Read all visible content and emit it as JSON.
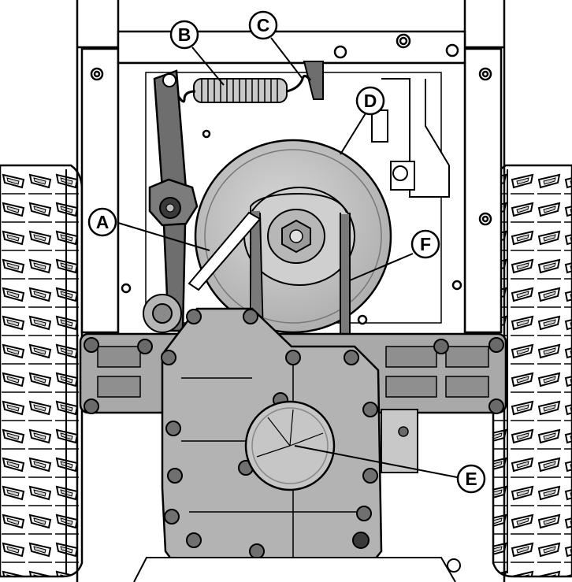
{
  "diagram": {
    "callouts": [
      {
        "id": "A",
        "label": "A",
        "target": "belt-guide"
      },
      {
        "id": "B",
        "label": "B",
        "target": "tension-spring"
      },
      {
        "id": "C",
        "label": "C",
        "target": "spring-hook"
      },
      {
        "id": "D",
        "label": "D",
        "target": "drive-pulley"
      },
      {
        "id": "E",
        "label": "E",
        "target": "transaxle-fan"
      },
      {
        "id": "F",
        "label": "F",
        "target": "drive-belt"
      }
    ],
    "colors": {
      "line": "#000000",
      "metal_light": "#e6e6e6",
      "metal_mid": "#bdbdbd",
      "metal_dark": "#8f8f8f",
      "part_dark": "#6e6e6e",
      "frame": "#ffffff"
    }
  }
}
